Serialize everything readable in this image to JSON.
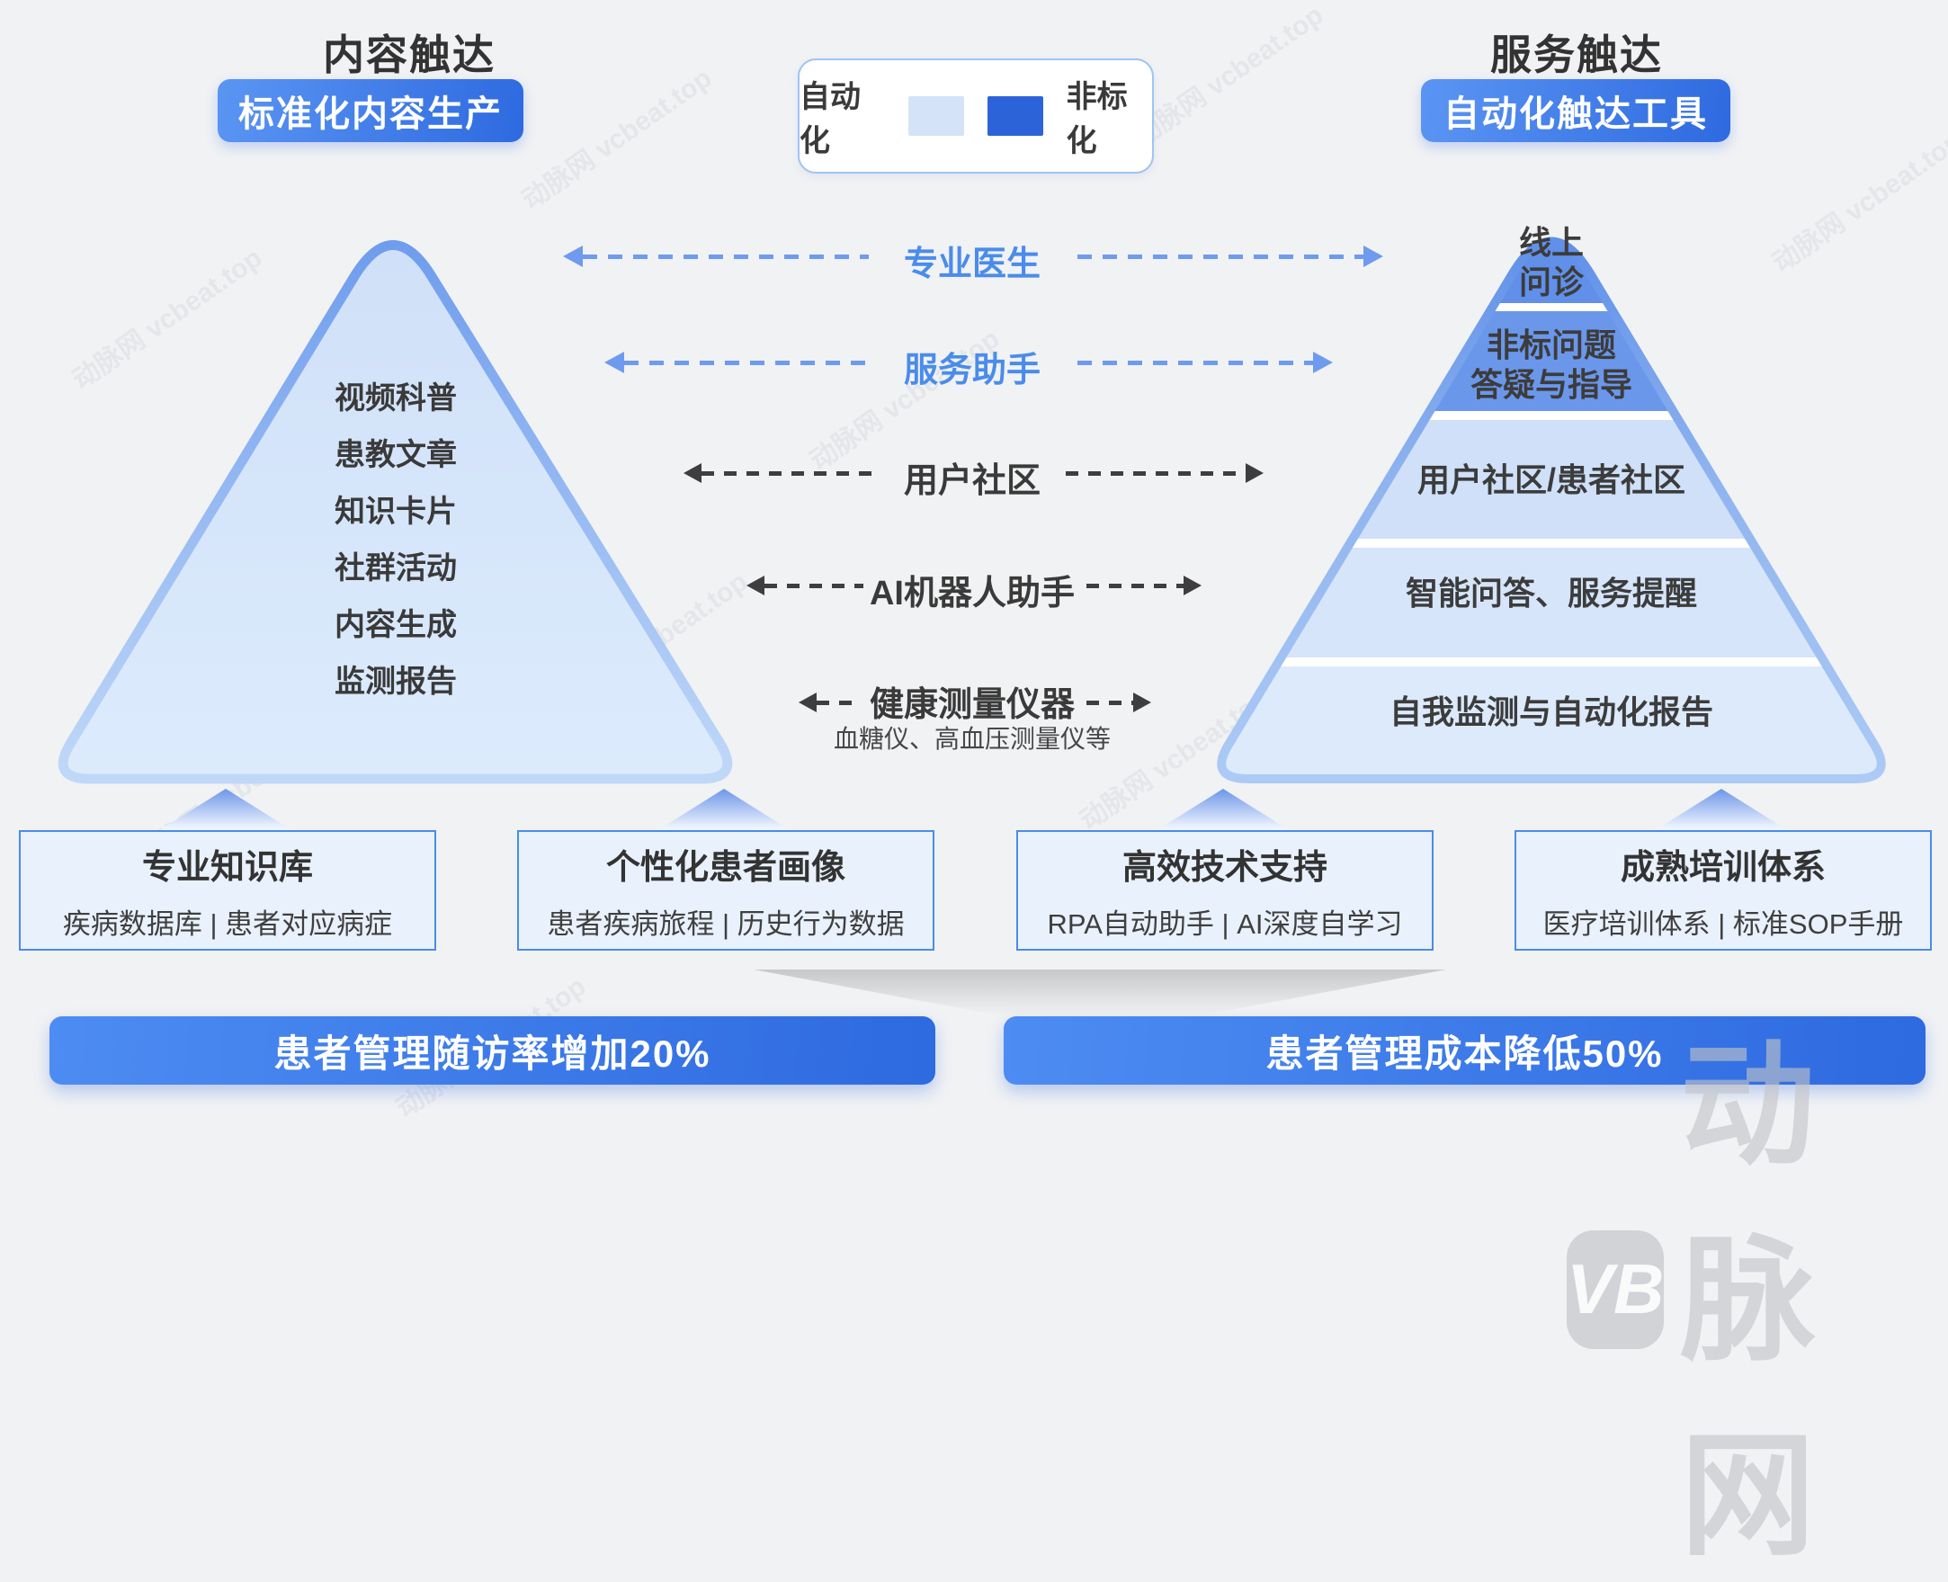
{
  "left_panel": {
    "title": "内容触达",
    "button": "标准化内容生产",
    "items": [
      "视频科普",
      "患教文章",
      "知识卡片",
      "社群活动",
      "内容生成",
      "监测报告"
    ]
  },
  "legend": {
    "auto_label": "自动化",
    "nonstd_label": "非标化",
    "auto_color": "#d5e3f8",
    "nonstd_color": "#2d63d8"
  },
  "right_panel": {
    "title": "服务触达",
    "button": "自动化触达工具",
    "layers": [
      "线上\n问诊",
      "非标问题\n答疑与指导",
      "用户社区/患者社区",
      "智能问答、服务提醒",
      "自我监测与自动化报告"
    ]
  },
  "connectors": [
    {
      "label": "专业医生"
    },
    {
      "label": "服务助手"
    },
    {
      "label": "用户社区"
    },
    {
      "label": "AI机器人助手"
    },
    {
      "label": "健康测量仪器",
      "sub": "血糖仪、高血压测量仪等"
    }
  ],
  "bottom_boxes": [
    {
      "title": "专业知识库",
      "subtitle": "疾病数据库 | 患者对应病症"
    },
    {
      "title": "个性化患者画像",
      "subtitle": "患者疾病旅程 | 历史行为数据"
    },
    {
      "title": "高效技术支持",
      "subtitle": "RPA自动助手 | AI深度自学习"
    },
    {
      "title": "成熟培训体系",
      "subtitle": "医疗培训体系 | 标准SOP手册"
    }
  ],
  "result_bars": [
    {
      "label": "患者管理随访率增加20%"
    },
    {
      "label": "患者管理成本降低50%"
    }
  ],
  "watermark": {
    "brand": "动脉网",
    "site": "vcbeat.top",
    "text": "动脉网 vcbeat.top",
    "logo_glyph": "VB"
  }
}
